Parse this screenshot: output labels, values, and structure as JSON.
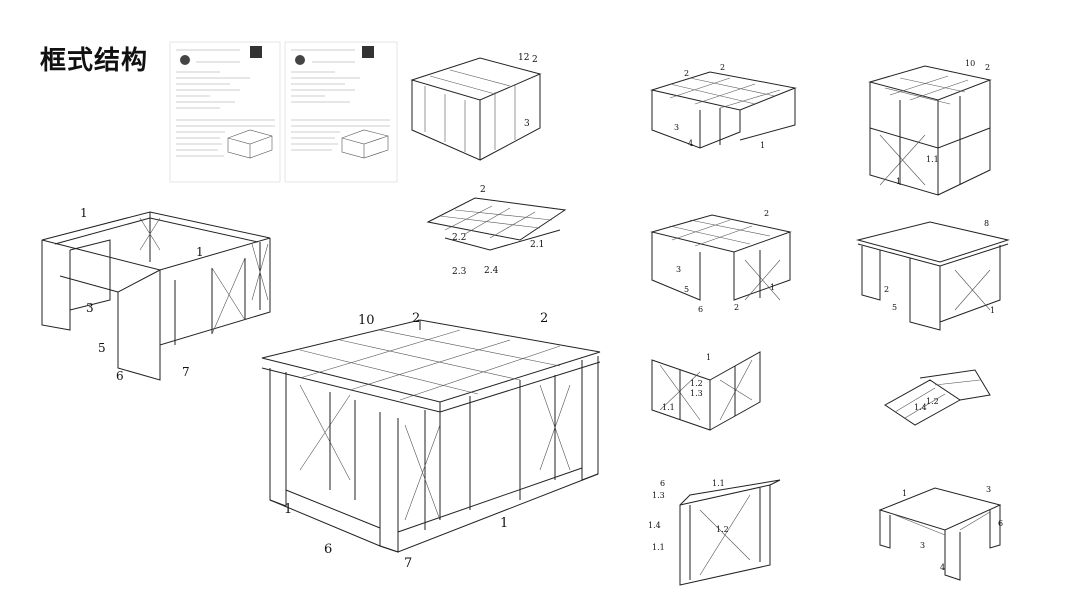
{
  "title": "框式结构",
  "main_figure": {
    "labels": [
      "10",
      "2",
      "2",
      "1",
      "1",
      "6",
      "7"
    ]
  },
  "left_figure": {
    "labels": [
      "1",
      "1",
      "3",
      "5",
      "6",
      "7"
    ]
  },
  "frame_figure": {
    "labels": [
      "2",
      "2.1",
      "2.2",
      "2.3",
      "2.4"
    ]
  },
  "top_figure": {
    "labels": [
      "12",
      "2",
      "3"
    ]
  },
  "grid": {
    "r1a": [
      "2",
      "2",
      "3",
      "4",
      "1"
    ],
    "r1b": [
      "10",
      "2",
      "1",
      "1.1"
    ],
    "r2a": [
      "2",
      "3",
      "5",
      "6",
      "2",
      "1"
    ],
    "r2b": [
      "8",
      "2",
      "5",
      "1"
    ],
    "r3a": [
      "1",
      "1.2",
      "1.3",
      "1.1"
    ],
    "r3b": [
      "1.4",
      "1.2"
    ],
    "r4a": [
      "6",
      "1.1",
      "1.3",
      "1.4",
      "1.1",
      "1.2"
    ],
    "r4b": [
      "1",
      "3",
      "6",
      "3",
      "4"
    ]
  }
}
